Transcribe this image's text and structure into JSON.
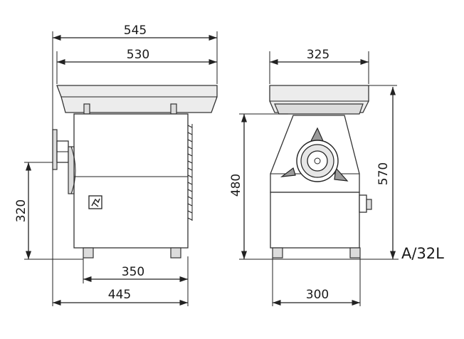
{
  "dimensions": {
    "side_width_545": "545",
    "tray_width_530": "530",
    "front_tray_325": "325",
    "height_570": "570",
    "height_480": "480",
    "outlet_height_320": "320",
    "base_350": "350",
    "overall_445": "445",
    "front_base_300": "300"
  },
  "model_label": "A/32L",
  "colors": {
    "line": "#222222",
    "tray_fill": "#ececec",
    "part_fill": "#dcdcdc"
  },
  "icons": {
    "motor_badge": "hand-warning-icon"
  }
}
